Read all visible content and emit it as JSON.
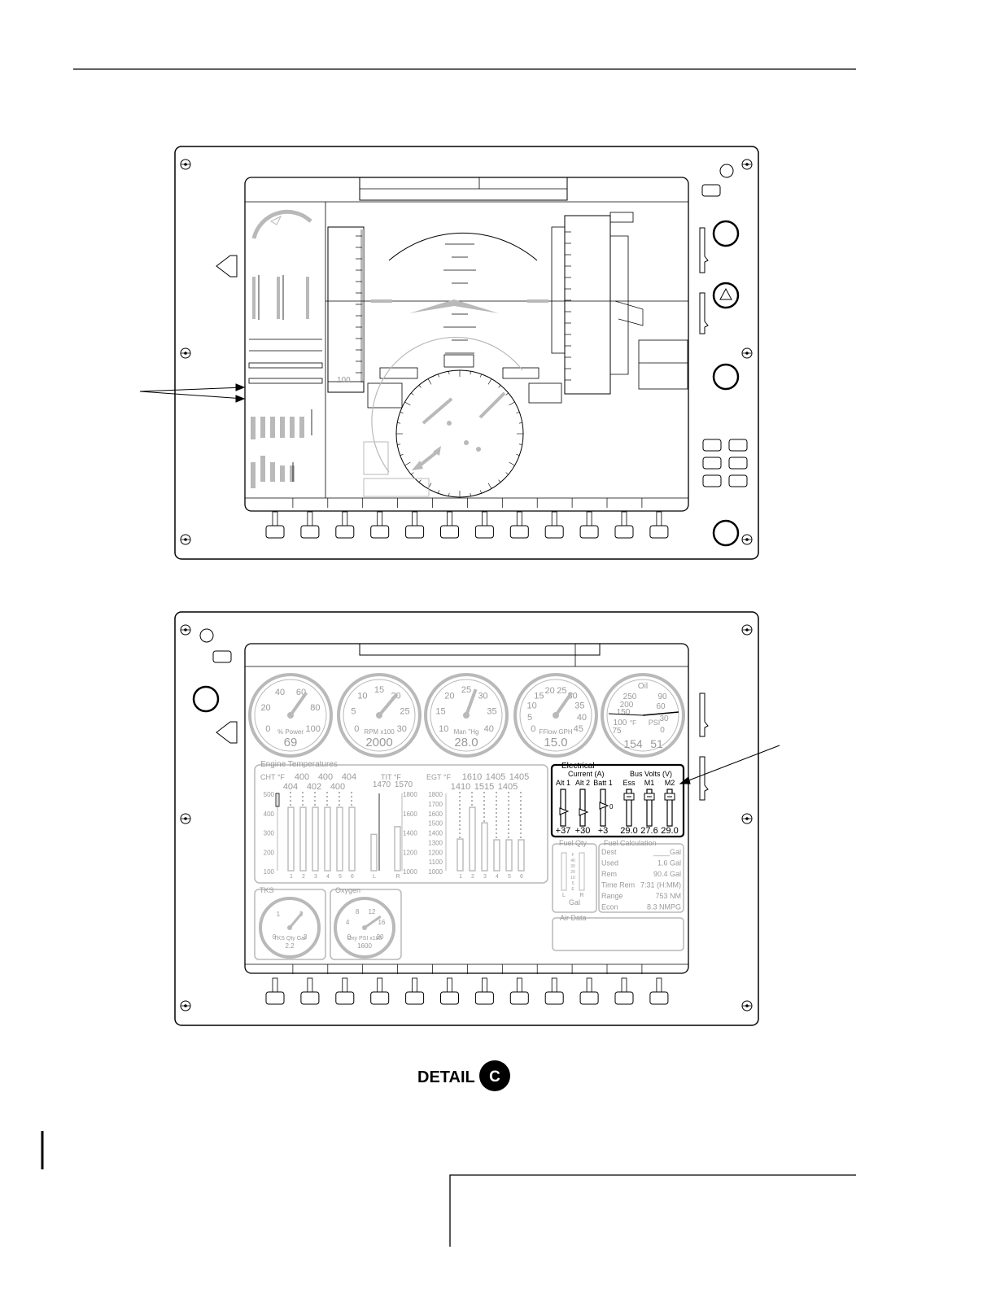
{
  "detail_label": {
    "word": "DETAIL",
    "letter": "C"
  },
  "pfd": {
    "altitude_tape_bottom": "100"
  },
  "mfd": {
    "gauges": [
      {
        "id": "power",
        "ticks": [
          "0",
          "20",
          "40",
          "60",
          "80",
          "100"
        ],
        "label": "% Power",
        "value": "69"
      },
      {
        "id": "rpm",
        "ticks": [
          "0",
          "5",
          "10",
          "15",
          "20",
          "25",
          "30"
        ],
        "label": "RPM x100",
        "value": "2000"
      },
      {
        "id": "map",
        "ticks": [
          "10",
          "15",
          "20",
          "25",
          "30",
          "35",
          "40"
        ],
        "label": "Man \"Hg",
        "value": "28.0"
      },
      {
        "id": "fflow",
        "ticks": [
          "0",
          "5",
          "10",
          "15",
          "20",
          "25",
          "30",
          "35",
          "40",
          "45"
        ],
        "label": "FFlow GPH",
        "value": "15.0"
      },
      {
        "id": "oil",
        "ticks": [
          "Oil",
          "250",
          "200",
          "150",
          "100",
          "75",
          "90",
          "60",
          "30",
          "0"
        ],
        "label_left": "°F",
        "label_right": "PSI",
        "value_left": "154",
        "value_right": "51"
      }
    ],
    "engine_temps": {
      "title": "Engine Temperatures",
      "cht": {
        "label": "CHT °F",
        "top_values": [
          "400",
          "400",
          "404"
        ],
        "mid_values": [
          "404",
          "402",
          "400"
        ],
        "scale": [
          "500",
          "400",
          "300",
          "200",
          "100"
        ],
        "cyl": [
          "1",
          "2",
          "3",
          "4",
          "5",
          "6"
        ],
        "levels": [
          0.82,
          0.82,
          0.82,
          0.82,
          0.82,
          0.82
        ]
      },
      "tit": {
        "label": "TIT °F",
        "values": [
          "1470",
          "1570"
        ],
        "scale": [
          "1800",
          "1600",
          "1400",
          "1200",
          "1000"
        ],
        "cols": [
          "L",
          "R"
        ],
        "levels": [
          0.47,
          0.57
        ]
      },
      "egt": {
        "label": "EGT °F",
        "top_values": [
          "1610",
          "1405",
          "1405"
        ],
        "mid_values": [
          "1410",
          "1515",
          "1405"
        ],
        "scale": [
          "1800",
          "1700",
          "1600",
          "1500",
          "1400",
          "1300",
          "1200",
          "1100",
          "1000"
        ],
        "cyl": [
          "1",
          "2",
          "3",
          "4",
          "5",
          "6"
        ],
        "levels": [
          0.41,
          0.82,
          0.62,
          0.4,
          0.4,
          0.4
        ]
      }
    },
    "electrical": {
      "title": "Electrical",
      "current_label": "Current (A)",
      "bus_label": "Bus Volts (V)",
      "columns": [
        {
          "name": "Alt 1",
          "value": "+37"
        },
        {
          "name": "Alt 2",
          "value": "+30"
        },
        {
          "name": "Batt 1",
          "value": "+3",
          "zero": "0"
        },
        {
          "name": "Ess",
          "value": "29.0"
        },
        {
          "name": "M1",
          "value": "27.6"
        },
        {
          "name": "M2",
          "value": "29.0"
        }
      ]
    },
    "fuel_qty": {
      "title": "Fuel Qty",
      "unit": "Gal",
      "scale": [
        "F",
        "40",
        "30",
        "20",
        "10",
        "5",
        "E"
      ],
      "cols": [
        "L",
        "R"
      ]
    },
    "fuel_calc": {
      "title": "Fuel Calculation",
      "rows": [
        {
          "label": "Dest",
          "value": "____Gal"
        },
        {
          "label": "Used",
          "value": "1.6 Gal"
        },
        {
          "label": "Rem",
          "value": "90.4 Gal"
        },
        {
          "label": "Time Rem",
          "value": "7:31 (H:MM)"
        },
        {
          "label": "Range",
          "value": "753 NM"
        },
        {
          "label": "Econ",
          "value": "8.3 NMPG"
        }
      ]
    },
    "air_data": {
      "title": "Air Data"
    },
    "tks": {
      "title": "TKS",
      "ticks": [
        "0",
        "1",
        "2",
        "3"
      ],
      "label": "TKS Qty Gal",
      "value": "2.2"
    },
    "oxygen": {
      "title": "Oxygen",
      "ticks": [
        "0",
        "4",
        "8",
        "12",
        "16",
        "20"
      ],
      "label": "Oxy PSI x100",
      "value": "1600"
    }
  },
  "colors": {
    "line": "#000000",
    "dim": "#b9b9b9"
  }
}
